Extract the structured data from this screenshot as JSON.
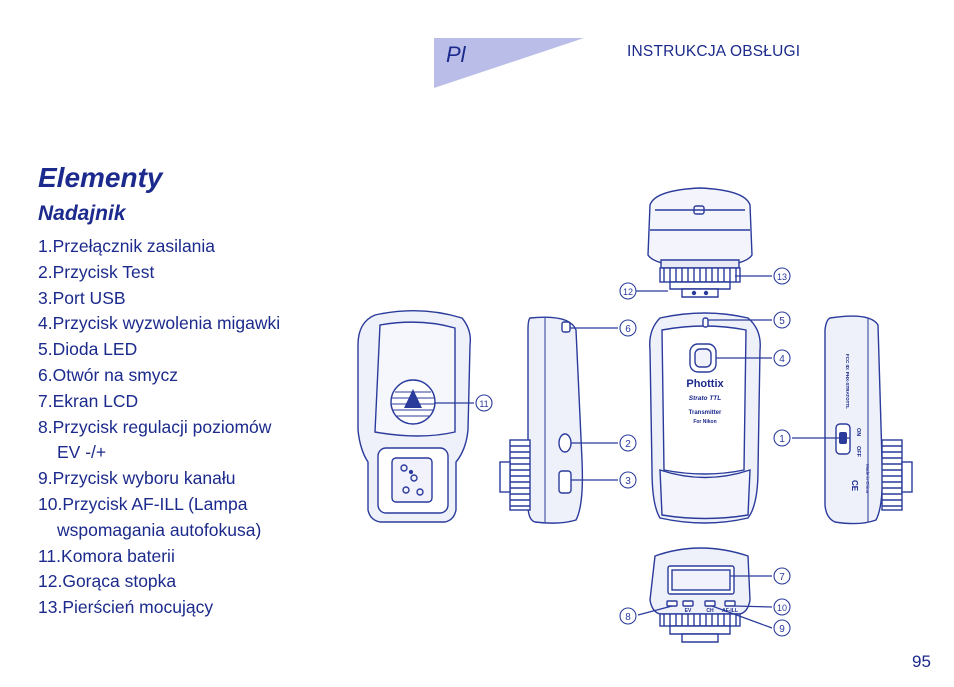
{
  "header": {
    "lang_code": "Pl",
    "manual_title": "INSTRUKCJA OBSŁUGI"
  },
  "section": {
    "title": "Elementy",
    "subtitle": "Nadajnik"
  },
  "parts": [
    {
      "text": "1.Przełącznik zasilania"
    },
    {
      "text": "2.Przycisk Test"
    },
    {
      "text": "3.Port USB"
    },
    {
      "text": "4.Przycisk wyzwolenia migawki"
    },
    {
      "text": "5.Dioda LED"
    },
    {
      "text": "6.Otwór na smycz"
    },
    {
      "text": "7.Ekran LCD"
    },
    {
      "text": "8.Przycisk regulacji poziomów",
      "cont": "EV -/+"
    },
    {
      "text": "9.Przycisk wyboru kanału"
    },
    {
      "text": "10.Przycisk AF-ILL (Lampa",
      "cont": "wspomagania autofokusa)"
    },
    {
      "text": "11.Komora baterii"
    },
    {
      "text": "12.Gorąca stopka"
    },
    {
      "text": "13.Pierścień mocujący"
    }
  ],
  "figure": {
    "callouts": [
      "1",
      "2",
      "3",
      "4",
      "5",
      "6",
      "7",
      "8",
      "9",
      "10",
      "11",
      "12",
      "13"
    ],
    "device_text": {
      "brand": "Phottix",
      "model": "Strato TTL",
      "type": "Transmitter",
      "for": "For Nikon",
      "switch_on": "ON",
      "switch_off": "OFF",
      "fcc": "FCC ID: PHX-STRATOTTL",
      "ce": "CE",
      "made_in": "Made in China",
      "btn_ev": "EV",
      "btn_ch": "CH",
      "btn_af": "AF-ILL"
    }
  },
  "page_number": "95",
  "colors": {
    "primary": "#1b2a8c",
    "tab_fill": "#b9bde8",
    "outline": "#2a3b9c"
  }
}
